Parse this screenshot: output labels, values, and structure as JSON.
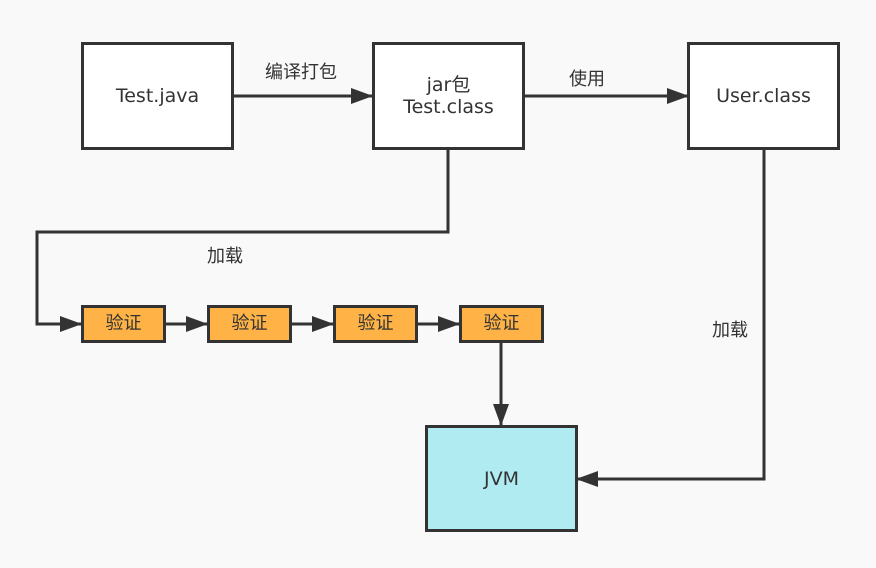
{
  "diagram": {
    "colors": {
      "background": "#f9f9f9",
      "stroke": "#333333",
      "step_fill": "#ffb347",
      "jvm_fill": "#b0ebf2",
      "node_fill": "#ffffff"
    },
    "nodes": {
      "test_java": "Test.java",
      "jar_line1": "jar包",
      "jar_line2": "Test.class",
      "user_class": "User.class",
      "steps": [
        "验证",
        "验证",
        "验证",
        "验证"
      ],
      "jvm": "JVM"
    },
    "edges": {
      "compile_package": "编译打包",
      "use": "使用",
      "load_left": "加载",
      "load_right": "加载"
    }
  }
}
